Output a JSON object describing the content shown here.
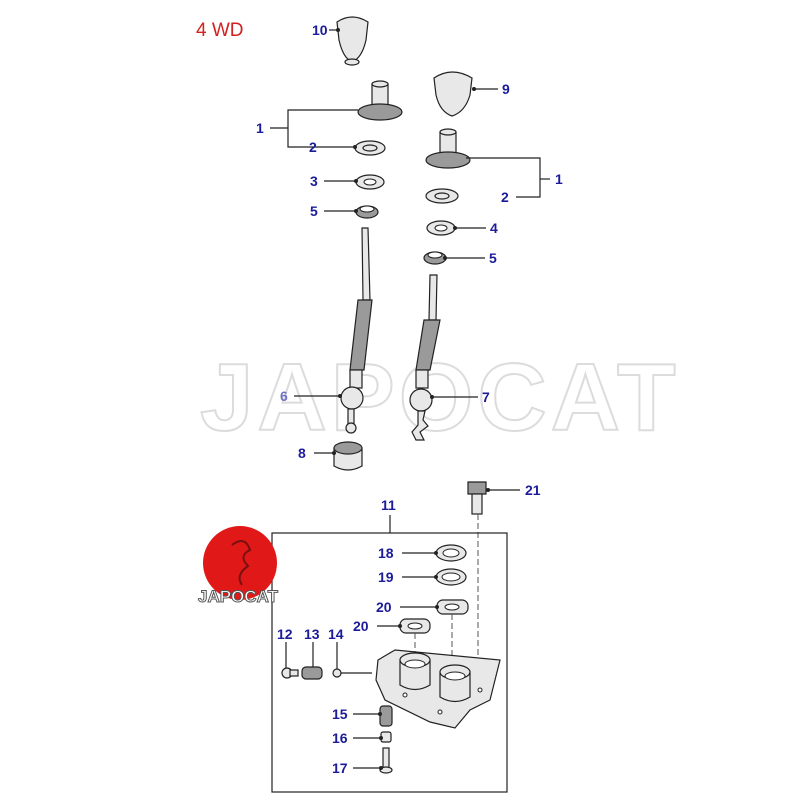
{
  "title": "4 WD",
  "watermark": "JAPOCAT",
  "logo": {
    "text": "JAPOCAT",
    "color": "#e01818"
  },
  "colors": {
    "callout": "#1c1c9a",
    "title": "#d42020"
  },
  "callouts": {
    "knob_left": "10",
    "knob_right": "9",
    "boot_left": "1",
    "washer_left": "2",
    "clip_left": "3",
    "bush_left": "5",
    "boot_right": "1",
    "washer_right": "2",
    "clip_right": "4",
    "bush_right": "5",
    "lever_left": "6",
    "lever_right": "7",
    "sleeve": "8",
    "bolt": "21",
    "housing": "11",
    "seal_18": "18",
    "seal_19": "19",
    "gasket_20a": "20",
    "gasket_20b": "20",
    "plunger": "12",
    "spring": "13",
    "ball": "14",
    "bush_15": "15",
    "pin_16": "16",
    "screw_17": "17"
  }
}
